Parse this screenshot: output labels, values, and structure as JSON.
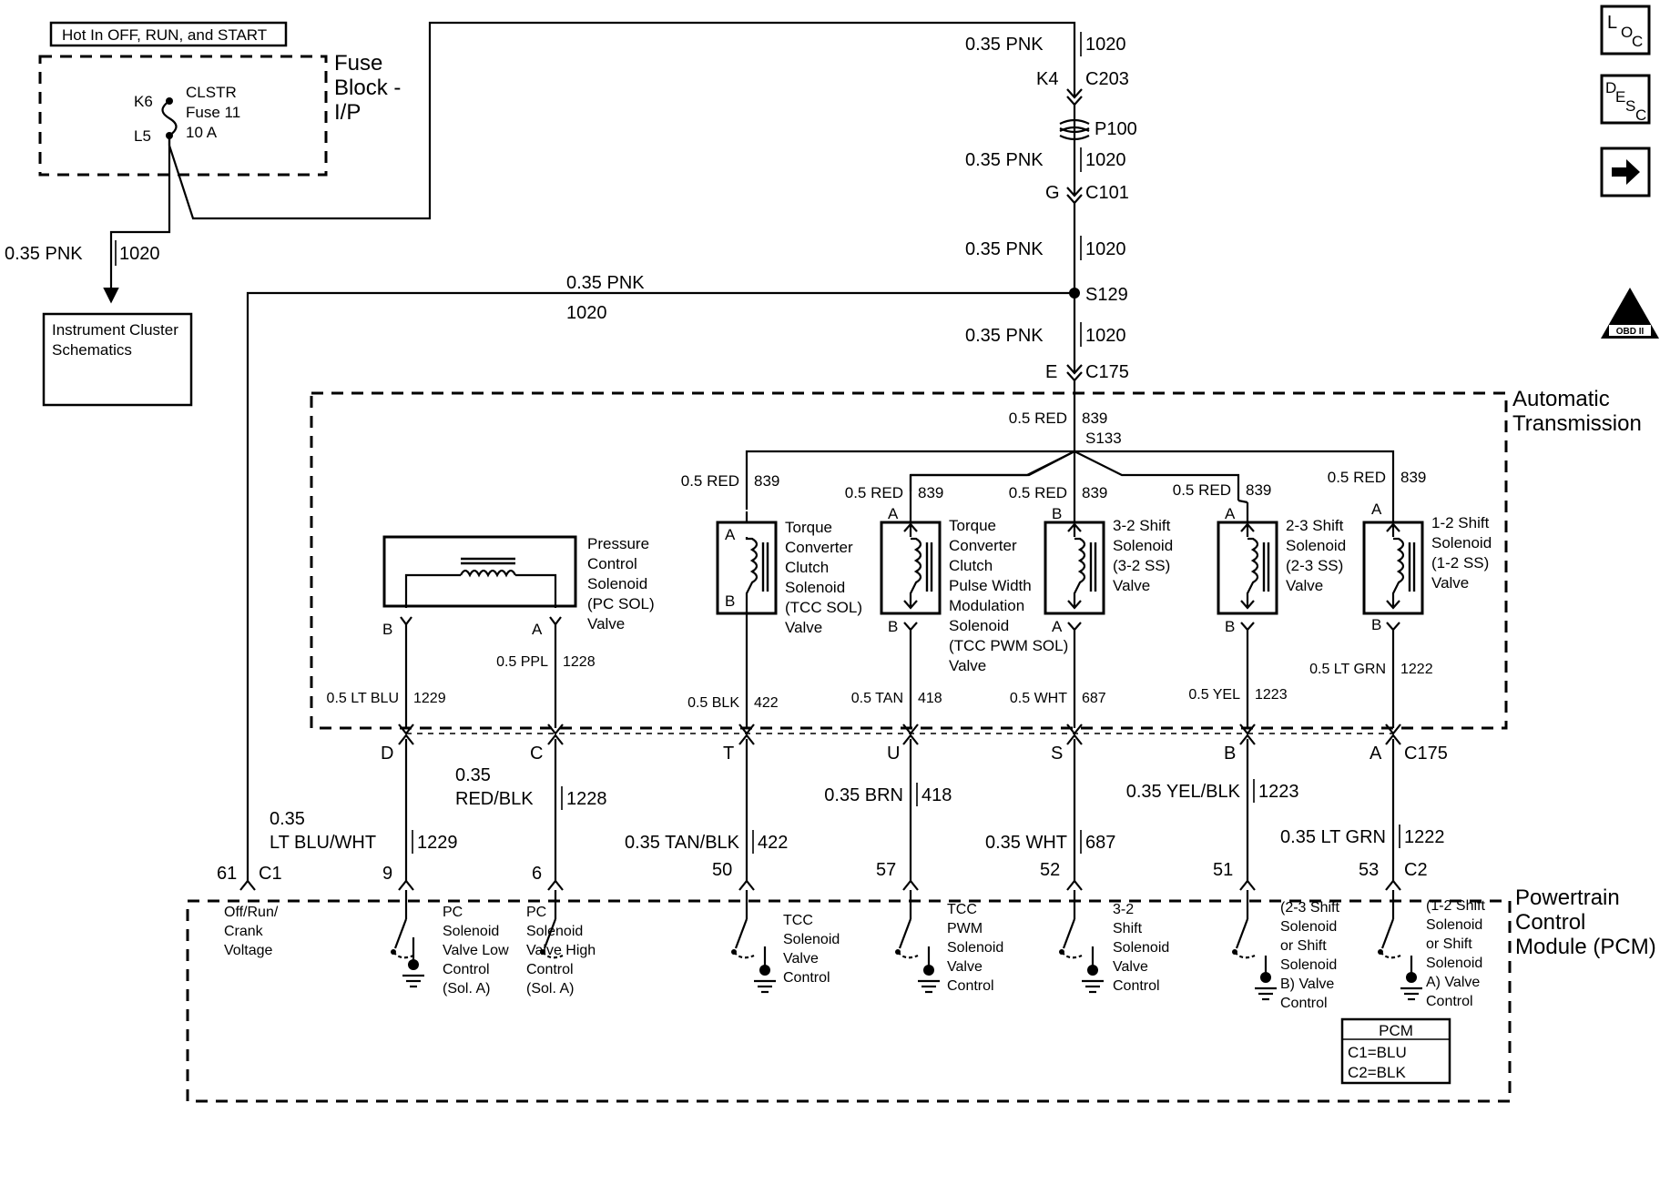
{
  "hot_note": "Hot In OFF, RUN, and START",
  "fuse_block": {
    "title_lines": [
      "Fuse",
      "Block -",
      "I/P"
    ],
    "fuse_lines": [
      "CLSTR",
      "Fuse 11",
      "10 A"
    ],
    "pin_top": "K6",
    "pin_bottom": "L5"
  },
  "cluster_wire": {
    "gauge": "0.35 PNK",
    "circuit": "1020"
  },
  "cluster_box_lines": [
    "Instrument Cluster",
    "Schematics"
  ],
  "main_feed": {
    "w1": {
      "gauge": "0.35 PNK",
      "circuit": "1020"
    },
    "c203": {
      "pin": "K4",
      "conn": "C203"
    },
    "p100": "P100",
    "w2": {
      "gauge": "0.35 PNK",
      "circuit": "1020"
    },
    "c101": {
      "pin": "G",
      "conn": "C101"
    },
    "w3": {
      "gauge": "0.35 PNK",
      "circuit": "1020"
    },
    "splice": "S129",
    "w4": {
      "gauge": "0.35 PNK",
      "circuit": "1020"
    },
    "c175": {
      "pin": "E",
      "conn": "C175"
    }
  },
  "left_feed": {
    "gauge": "0.35 PNK",
    "circuit": "1020"
  },
  "trans_title_lines": [
    "Automatic",
    "Transmission"
  ],
  "trans_feed": {
    "gauge": "0.5 RED",
    "circuit": "839",
    "splice": "S133"
  },
  "red_labels": [
    {
      "gauge": "0.5 RED",
      "circuit": "839"
    },
    {
      "gauge": "0.5 RED",
      "circuit": "839"
    },
    {
      "gauge": "0.5 RED",
      "circuit": "839"
    },
    {
      "gauge": "0.5 RED",
      "circuit": "839"
    },
    {
      "gauge": "0.5 RED",
      "circuit": "839"
    }
  ],
  "solenoids": {
    "pc": {
      "lines": [
        "Pressure",
        "Control",
        "Solenoid",
        "(PC SOL)",
        "Valve"
      ],
      "pin_b": "B",
      "pin_a": "A"
    },
    "tcc": {
      "lines": [
        "Torque",
        "Converter",
        "Clutch",
        "Solenoid",
        "(TCC SOL)",
        "Valve"
      ],
      "pin_top": "A",
      "pin_bottom": "B"
    },
    "tccpwm": {
      "lines": [
        "Torque",
        "Converter",
        "Clutch",
        "Pulse Width",
        "Modulation",
        "Solenoid",
        "(TCC PWM SOL)",
        "Valve"
      ],
      "pin_top": "A",
      "pin_bottom": "B"
    },
    "ss32": {
      "lines": [
        "3-2 Shift",
        "Solenoid",
        "(3-2 SS)",
        "Valve"
      ],
      "pin_top": "B",
      "pin_bottom": "A"
    },
    "ss23": {
      "lines": [
        "2-3 Shift",
        "Solenoid",
        "(2-3 SS)",
        "Valve"
      ],
      "pin_top": "A",
      "pin_bottom": "B"
    },
    "ss12": {
      "lines": [
        "1-2 Shift",
        "Solenoid",
        "(1-2 SS)",
        "Valve"
      ],
      "pin_top": "A",
      "pin_bottom": "B"
    }
  },
  "inner_wires": [
    {
      "gauge": "0.5 LT BLU",
      "circuit": "1229"
    },
    {
      "gauge": "0.5 PPL",
      "circuit": "1228"
    },
    {
      "gauge": "0.5 BLK",
      "circuit": "422"
    },
    {
      "gauge": "0.5 TAN",
      "circuit": "418"
    },
    {
      "gauge": "0.5 WHT",
      "circuit": "687"
    },
    {
      "gauge": "0.5 YEL",
      "circuit": "1223"
    },
    {
      "gauge": "0.5 LT GRN",
      "circuit": "1222"
    }
  ],
  "c175_pins": [
    "D",
    "C",
    "T",
    "U",
    "S",
    "B",
    "A"
  ],
  "c175_label": "C175",
  "outer_wires": [
    {
      "gauge_lines": [
        "0.35",
        "LT BLU/WHT"
      ],
      "circuit": "1229"
    },
    {
      "gauge_lines": [
        "0.35",
        "RED/BLK"
      ],
      "circuit": "1228"
    },
    {
      "gauge": "0.35 TAN/BLK",
      "circuit": "422"
    },
    {
      "gauge": "0.35 BRN",
      "circuit": "418"
    },
    {
      "gauge": "0.35 WHT",
      "circuit": "687"
    },
    {
      "gauge": "0.35 YEL/BLK",
      "circuit": "1223"
    },
    {
      "gauge": "0.35 LT GRN",
      "circuit": "1222"
    }
  ],
  "pcm_pins": {
    "p61": "61",
    "c1": "C1",
    "p9": "9",
    "p6": "6",
    "p50": "50",
    "p57": "57",
    "p52": "52",
    "p51": "51",
    "p53": "53",
    "c2": "C2"
  },
  "pcm_title_lines": [
    "Powertrain",
    "Control",
    "Module (PCM)"
  ],
  "pcm_labels": {
    "orc": [
      "Off/Run/",
      "Crank",
      "Voltage"
    ],
    "pclow": [
      "PC",
      "Solenoid",
      "Valve Low",
      "Control",
      "(Sol. A)"
    ],
    "pchigh": [
      "PC",
      "Solenoid",
      "Valve High",
      "Control",
      "(Sol. A)"
    ],
    "tcc": [
      "TCC",
      "Solenoid",
      "Valve",
      "Control"
    ],
    "tccpwm": [
      "TCC",
      "PWM",
      "Solenoid",
      "Valve",
      "Control"
    ],
    "ss32": [
      "3-2",
      "Shift",
      "Solenoid",
      "Valve",
      "Control"
    ],
    "ss23": [
      "(2-3 Shift",
      "Solenoid",
      "or Shift",
      "Solenoid",
      "B) Valve",
      "Control"
    ],
    "ss12": [
      "(1-2 Shift",
      "Solenoid",
      "or Shift",
      "Solenoid",
      "A) Valve",
      "Control"
    ]
  },
  "pcm_legend": [
    "PCM",
    "C1=BLU",
    "C2=BLK"
  ],
  "side_icons": {
    "loc": {
      "big": "L",
      "small1": "O",
      "small2": "C"
    },
    "desc": {
      "big": "D",
      "small1": "E",
      "small2": "S",
      "small3": "C"
    },
    "obd": {
      "top": "II",
      "bottom": "OBD II"
    }
  }
}
